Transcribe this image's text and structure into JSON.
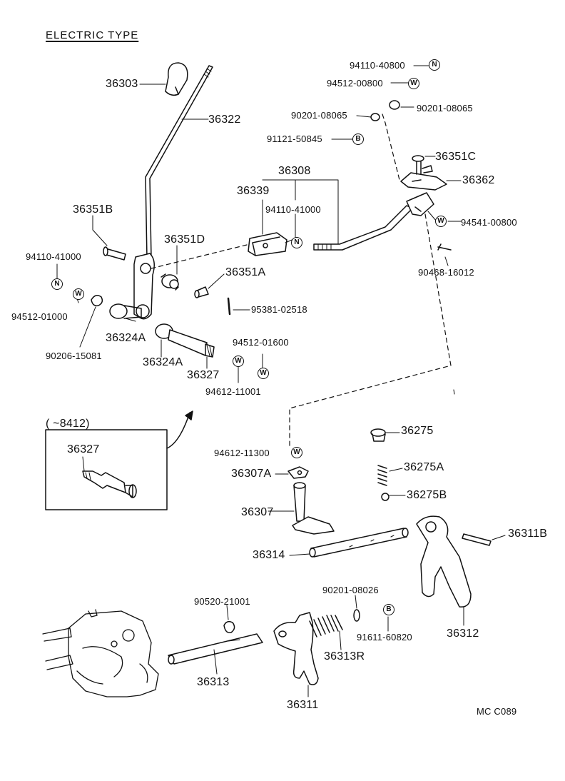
{
  "title": "ELECTRIC TYPE",
  "code": "MC  C089",
  "inset": {
    "range": "(     ~8412)",
    "part": "36327"
  },
  "labels": {
    "36303": "36303",
    "36322": "36322",
    "36351B": "36351B",
    "36351D": "36351D",
    "36351A": "36351A",
    "95381_02518": "95381-02518",
    "94110_41000_l": "94110-41000",
    "94512_01000": "94512-01000",
    "90206_15081": "90206-15081",
    "36324A_1": "36324A",
    "36324A_2": "36324A",
    "36327": "36327",
    "94512_01600": "94512-01600",
    "94612_11001": "94612-11001",
    "36308": "36308",
    "36339": "36339",
    "94110_41000_c": "94110-41000",
    "94110_40800": "94110-40800",
    "94512_00800": "94512-00800",
    "90201_08065_l": "90201-08065",
    "90201_08065_r": "90201-08065",
    "91121_50845": "91121-50845",
    "36351C": "36351C",
    "36362": "36362",
    "94541_00800": "94541-00800",
    "90468_16012": "90468-16012",
    "94612_11300": "94612-11300",
    "36307A": "36307A",
    "36307": "36307",
    "36314": "36314",
    "36275": "36275",
    "36275A": "36275A",
    "36275B": "36275B",
    "36311B": "36311B",
    "36312": "36312",
    "90520_21001": "90520-21001",
    "90201_08026": "90201-08026",
    "91611_60820": "91611-60820",
    "36313": "36313",
    "36313R": "36313R",
    "36311": "36311"
  },
  "symbols": {
    "N": "N",
    "W": "W",
    "B": "B"
  }
}
